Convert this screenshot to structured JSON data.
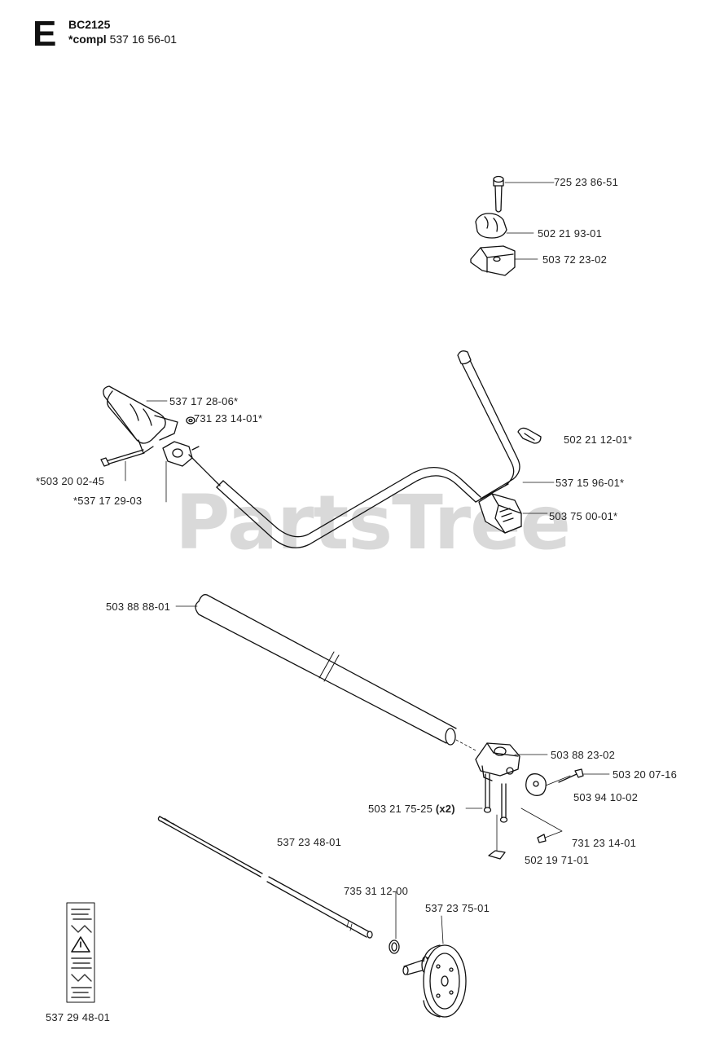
{
  "header": {
    "section": "E",
    "model": "BC2125",
    "compl_label": "*compl",
    "compl_number": "537 16 56-01"
  },
  "watermark": "PartsTree",
  "parts": [
    {
      "id": "p1",
      "number": "725 23 86-51"
    },
    {
      "id": "p2",
      "number": "502 21 93-01"
    },
    {
      "id": "p3",
      "number": "503 72 23-02"
    },
    {
      "id": "p4",
      "number": "537 17 28-06*"
    },
    {
      "id": "p5",
      "number": "731 23 14-01*"
    },
    {
      "id": "p6",
      "number": "502 21 12-01*"
    },
    {
      "id": "p7",
      "number": "*503 20 02-45"
    },
    {
      "id": "p8",
      "number": "*537 17 29-03"
    },
    {
      "id": "p9",
      "number": "537 15 96-01*"
    },
    {
      "id": "p10",
      "number": "503 75 00-01*"
    },
    {
      "id": "p11",
      "number": "503 88 88-01"
    },
    {
      "id": "p12",
      "number": "503 88 23-02"
    },
    {
      "id": "p13",
      "number": "503 20 07-16"
    },
    {
      "id": "p14",
      "number": "503 94 10-02"
    },
    {
      "id": "p15",
      "number": "503 21 75-25",
      "qty": "(x2)"
    },
    {
      "id": "p16",
      "number": "537 23 48-01"
    },
    {
      "id": "p17",
      "number": "731 23 14-01"
    },
    {
      "id": "p18",
      "number": "502 19 71-01"
    },
    {
      "id": "p19",
      "number": "735 31 12-00"
    },
    {
      "id": "p20",
      "number": "537 23 75-01"
    },
    {
      "id": "p21",
      "number": "537 29 48-01"
    }
  ]
}
